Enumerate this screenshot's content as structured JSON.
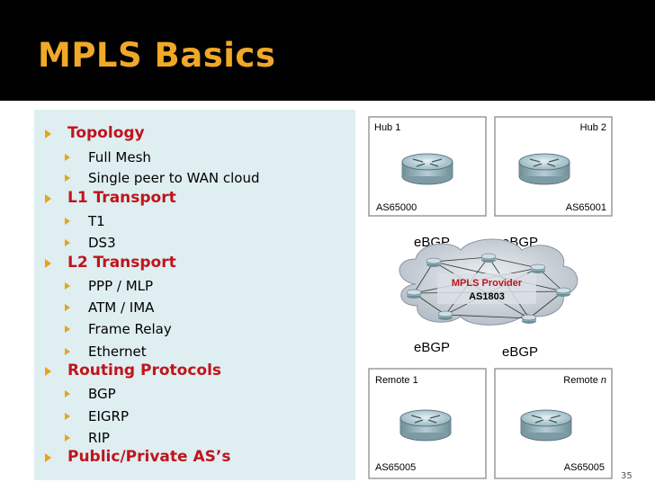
{
  "slide": {
    "title": "MPLS Basics",
    "page_number": "35"
  },
  "bullets": [
    {
      "label": "Topology",
      "children": [
        "Full Mesh",
        "Single peer to WAN cloud"
      ]
    },
    {
      "label": "L1 Transport",
      "children": [
        "T1",
        "DS3"
      ]
    },
    {
      "label": "L2 Transport",
      "children": [
        "PPP / MLP",
        "ATM / IMA",
        "Frame Relay",
        "Ethernet"
      ]
    },
    {
      "label": "Routing Protocols",
      "children": [
        "BGP",
        "EIGRP",
        "RIP"
      ]
    },
    {
      "label": "Public/Private AS’s",
      "children": []
    }
  ],
  "diagram": {
    "hub1": {
      "label": "Hub 1",
      "as": "AS65000"
    },
    "hub2": {
      "label": "Hub 2",
      "as": "AS65001"
    },
    "remote1": {
      "label": "Remote 1",
      "as": "AS65005"
    },
    "remoten": {
      "label": "Remote ",
      "label_italic": "n",
      "as": "AS65005"
    },
    "provider": {
      "name": "MPLS Provider",
      "as": "AS1803"
    },
    "ebgp": {
      "top_left": "eBGP",
      "top_right": "eBGP",
      "bottom_left": "eBGP",
      "bottom_right": "eBGP"
    }
  },
  "colors": {
    "title": "#f0a828",
    "bullet_level1": "#c0141c",
    "bullet_marker": "#e8a317",
    "content_bg": "#dfeef1",
    "provider_text": "#c0141c"
  },
  "icons": {
    "router": "router-icon",
    "cloud": "cloud-icon",
    "bullet": "bullet-triangle-icon"
  }
}
